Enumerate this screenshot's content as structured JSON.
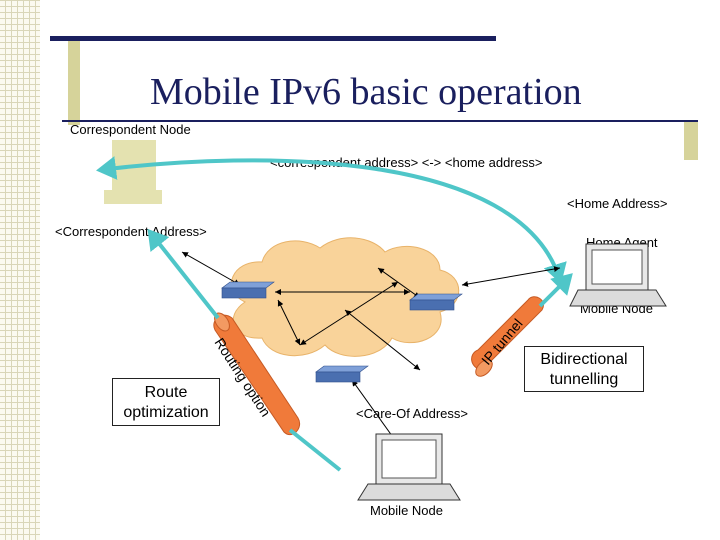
{
  "slide": {
    "title": "Mobile IPv6 basic operation",
    "correspondent_node": "Correspondent Node",
    "binding_label": "<correspondent address> <-> <home address>",
    "home_address": "<Home Address>",
    "correspondent_address": "<Correspondent Address>",
    "home_agent": "Home Agent",
    "mobile_node_top": "Mobile Node",
    "mobile_node_bottom": "Mobile Node",
    "care_of_address": "<Care-Of Address>",
    "route_optimization": "Route optimization",
    "bidirectional_tunnelling": "Bidirectional tunnelling",
    "routing_option_tube": "Routing option",
    "ip_tunnel_tube": "IP tunnel"
  },
  "colors": {
    "title": "#1a1f5e",
    "accent_olive": "#d6d39a",
    "cloud": "#f9d39a",
    "tube_orange": "#f07a3a",
    "arrow_teal": "#4fc6c8",
    "router": "#4a6fb0"
  },
  "icons": [
    "computer-icon",
    "router-icon",
    "cloud-icon"
  ]
}
